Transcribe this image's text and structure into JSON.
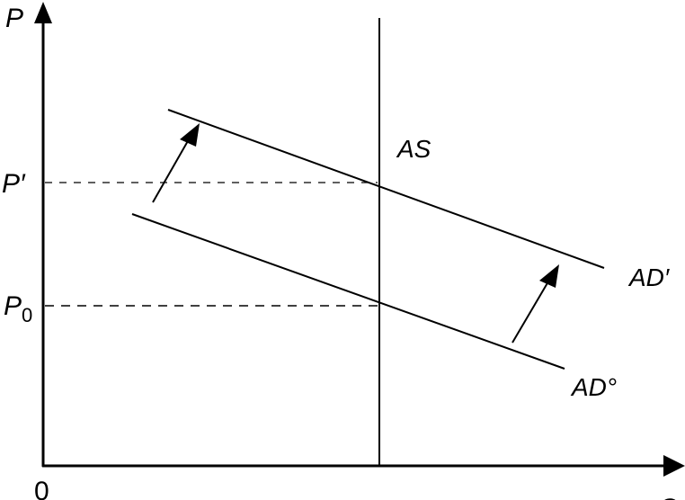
{
  "axes": {
    "y_label": "P",
    "x_label": "Q",
    "origin": "0"
  },
  "curves": {
    "as": "AS",
    "ad_new": "AD′",
    "ad_old": "AD°"
  },
  "levels": {
    "p_new": "P′",
    "p0_main": "P",
    "p0_sub": "0"
  },
  "colors": {
    "ink": "#000000",
    "background": "#ffffff"
  }
}
